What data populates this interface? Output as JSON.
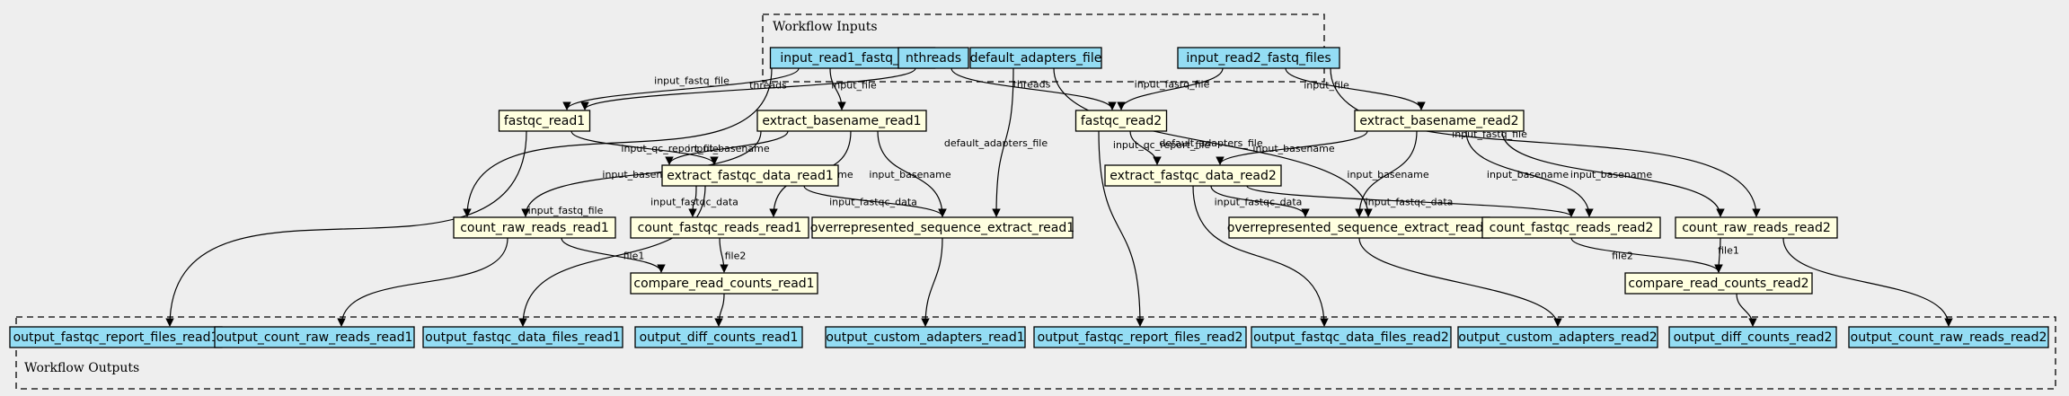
{
  "clusters": {
    "inputs_title": "Workflow Inputs",
    "outputs_title": "Workflow Outputs"
  },
  "colors": {
    "background": "#eeeeee",
    "io_fill": "#94ddf4",
    "step_fill": "#ffffe0",
    "stroke": "#000000"
  },
  "nodes": [
    {
      "id": "input_read1_fastq_files",
      "label": "input_read1_fastq_files",
      "kind": "input"
    },
    {
      "id": "nthreads",
      "label": "nthreads",
      "kind": "input"
    },
    {
      "id": "default_adapters_file",
      "label": "default_adapters_file",
      "kind": "input"
    },
    {
      "id": "input_read2_fastq_files",
      "label": "input_read2_fastq_files",
      "kind": "input"
    },
    {
      "id": "fastqc_read1",
      "label": "fastqc_read1",
      "kind": "step"
    },
    {
      "id": "extract_basename_read1",
      "label": "extract_basename_read1",
      "kind": "step"
    },
    {
      "id": "fastqc_read2",
      "label": "fastqc_read2",
      "kind": "step"
    },
    {
      "id": "extract_basename_read2",
      "label": "extract_basename_read2",
      "kind": "step"
    },
    {
      "id": "extract_fastqc_data_read1",
      "label": "extract_fastqc_data_read1",
      "kind": "step"
    },
    {
      "id": "extract_fastqc_data_read2",
      "label": "extract_fastqc_data_read2",
      "kind": "step"
    },
    {
      "id": "count_raw_reads_read1",
      "label": "count_raw_reads_read1",
      "kind": "step"
    },
    {
      "id": "count_fastqc_reads_read1",
      "label": "count_fastqc_reads_read1",
      "kind": "step"
    },
    {
      "id": "overrepresented_sequence_extract_read1",
      "label": "overrepresented_sequence_extract_read1",
      "kind": "step"
    },
    {
      "id": "overrepresented_sequence_extract_read2",
      "label": "overrepresented_sequence_extract_read2",
      "kind": "step"
    },
    {
      "id": "count_fastqc_reads_read2",
      "label": "count_fastqc_reads_read2",
      "kind": "step"
    },
    {
      "id": "count_raw_reads_read2",
      "label": "count_raw_reads_read2",
      "kind": "step"
    },
    {
      "id": "compare_read_counts_read1",
      "label": "compare_read_counts_read1",
      "kind": "step"
    },
    {
      "id": "compare_read_counts_read2",
      "label": "compare_read_counts_read2",
      "kind": "step"
    },
    {
      "id": "output_fastqc_report_files_read1",
      "label": "output_fastqc_report_files_read1",
      "kind": "output"
    },
    {
      "id": "output_count_raw_reads_read1",
      "label": "output_count_raw_reads_read1",
      "kind": "output"
    },
    {
      "id": "output_fastqc_data_files_read1",
      "label": "output_fastqc_data_files_read1",
      "kind": "output"
    },
    {
      "id": "output_diff_counts_read1",
      "label": "output_diff_counts_read1",
      "kind": "output"
    },
    {
      "id": "output_custom_adapters_read1",
      "label": "output_custom_adapters_read1",
      "kind": "output"
    },
    {
      "id": "output_fastqc_report_files_read2",
      "label": "output_fastqc_report_files_read2",
      "kind": "output"
    },
    {
      "id": "output_fastqc_data_files_read2",
      "label": "output_fastqc_data_files_read2",
      "kind": "output"
    },
    {
      "id": "output_custom_adapters_read2",
      "label": "output_custom_adapters_read2",
      "kind": "output"
    },
    {
      "id": "output_diff_counts_read2",
      "label": "output_diff_counts_read2",
      "kind": "output"
    },
    {
      "id": "output_count_raw_reads_read2",
      "label": "output_count_raw_reads_read2",
      "kind": "output"
    }
  ],
  "edges": [
    {
      "from": "input_read1_fastq_files",
      "to": "fastqc_read1",
      "label": "input_fastq_file"
    },
    {
      "from": "input_read1_fastq_files",
      "to": "extract_basename_read1",
      "label": "input_file"
    },
    {
      "from": "input_read1_fastq_files",
      "to": "count_raw_reads_read1",
      "label": "input_fastq_file"
    },
    {
      "from": "nthreads",
      "to": "fastqc_read1",
      "label": "threads"
    },
    {
      "from": "nthreads",
      "to": "fastqc_read2",
      "label": "threads"
    },
    {
      "from": "default_adapters_file",
      "to": "overrepresented_sequence_extract_read1",
      "label": "default_adapters_file"
    },
    {
      "from": "default_adapters_file",
      "to": "overrepresented_sequence_extract_read2",
      "label": "default_adapters_file"
    },
    {
      "from": "input_read2_fastq_files",
      "to": "fastqc_read2",
      "label": "input_fastq_file"
    },
    {
      "from": "input_read2_fastq_files",
      "to": "extract_basename_read2",
      "label": "input_file"
    },
    {
      "from": "input_read2_fastq_files",
      "to": "count_raw_reads_read2",
      "label": "input_fastq_file"
    },
    {
      "from": "fastqc_read1",
      "to": "extract_fastqc_data_read1",
      "label": "input_qc_report_file"
    },
    {
      "from": "fastqc_read1",
      "to": "output_fastqc_report_files_read1",
      "label": ""
    },
    {
      "from": "extract_basename_read1",
      "to": "extract_fastqc_data_read1",
      "label": "input_basename"
    },
    {
      "from": "extract_basename_read1",
      "to": "count_raw_reads_read1",
      "label": "input_basename"
    },
    {
      "from": "extract_basename_read1",
      "to": "count_fastqc_reads_read1",
      "label": "input_basename"
    },
    {
      "from": "extract_basename_read1",
      "to": "overrepresented_sequence_extract_read1",
      "label": "input_basename"
    },
    {
      "from": "extract_fastqc_data_read1",
      "to": "count_fastqc_reads_read1",
      "label": "input_fastqc_data"
    },
    {
      "from": "extract_fastqc_data_read1",
      "to": "overrepresented_sequence_extract_read1",
      "label": "input_fastqc_data"
    },
    {
      "from": "extract_fastqc_data_read1",
      "to": "output_fastqc_data_files_read1",
      "label": ""
    },
    {
      "from": "count_raw_reads_read1",
      "to": "compare_read_counts_read1",
      "label": "file1"
    },
    {
      "from": "count_raw_reads_read1",
      "to": "output_count_raw_reads_read1",
      "label": ""
    },
    {
      "from": "count_fastqc_reads_read1",
      "to": "compare_read_counts_read1",
      "label": "file2"
    },
    {
      "from": "compare_read_counts_read1",
      "to": "output_diff_counts_read1",
      "label": ""
    },
    {
      "from": "overrepresented_sequence_extract_read1",
      "to": "output_custom_adapters_read1",
      "label": ""
    },
    {
      "from": "fastqc_read2",
      "to": "extract_fastqc_data_read2",
      "label": "input_qc_report_file"
    },
    {
      "from": "fastqc_read2",
      "to": "output_fastqc_report_files_read2",
      "label": ""
    },
    {
      "from": "extract_basename_read2",
      "to": "extract_fastqc_data_read2",
      "label": "input_basename"
    },
    {
      "from": "extract_basename_read2",
      "to": "overrepresented_sequence_extract_read2",
      "label": "input_basename"
    },
    {
      "from": "extract_basename_read2",
      "to": "count_fastqc_reads_read2",
      "label": "input_basename"
    },
    {
      "from": "extract_basename_read2",
      "to": "count_raw_reads_read2",
      "label": "input_basename"
    },
    {
      "from": "extract_fastqc_data_read2",
      "to": "overrepresented_sequence_extract_read2",
      "label": "input_fastqc_data"
    },
    {
      "from": "extract_fastqc_data_read2",
      "to": "count_fastqc_reads_read2",
      "label": "input_fastqc_data"
    },
    {
      "from": "extract_fastqc_data_read2",
      "to": "output_fastqc_data_files_read2",
      "label": ""
    },
    {
      "from": "overrepresented_sequence_extract_read2",
      "to": "output_custom_adapters_read2",
      "label": ""
    },
    {
      "from": "count_fastqc_reads_read2",
      "to": "compare_read_counts_read2",
      "label": "file2"
    },
    {
      "from": "count_raw_reads_read2",
      "to": "compare_read_counts_read2",
      "label": "file1"
    },
    {
      "from": "count_raw_reads_read2",
      "to": "output_count_raw_reads_read2",
      "label": ""
    },
    {
      "from": "compare_read_counts_read2",
      "to": "output_diff_counts_read2",
      "label": ""
    }
  ]
}
